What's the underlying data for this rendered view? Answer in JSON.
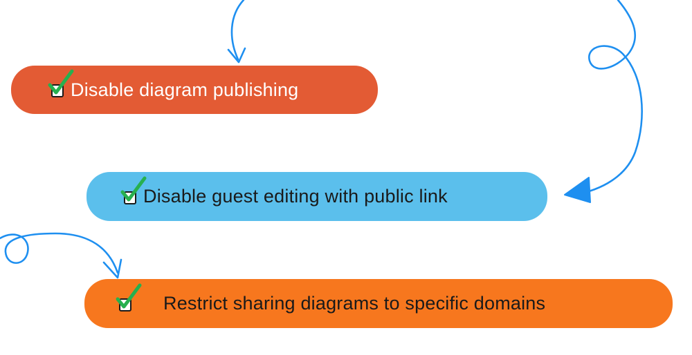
{
  "colors": {
    "arrow": "#1e8ff0",
    "check": "#27b04f",
    "pill_1": "#e35b34",
    "pill_2": "#5bbfec",
    "pill_3": "#f7771e"
  },
  "items": [
    {
      "label": "Disable diagram publishing",
      "icon": "checked-checkbox-icon"
    },
    {
      "label": "Disable guest editing with public link",
      "icon": "checked-checkbox-icon"
    },
    {
      "label": "Restrict sharing diagrams to specific domains",
      "icon": "checked-checkbox-icon"
    }
  ]
}
